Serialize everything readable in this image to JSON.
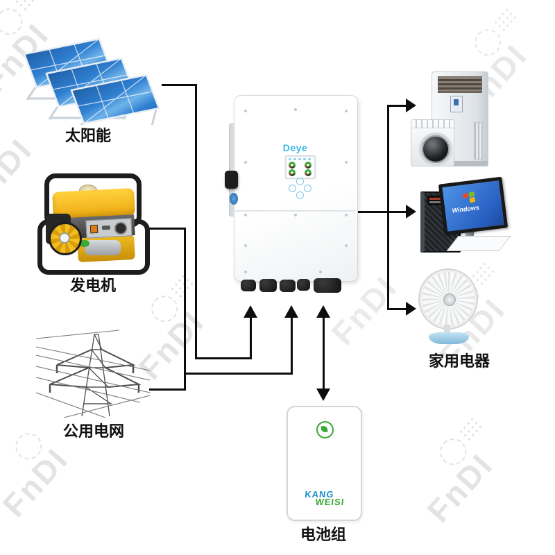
{
  "watermark": {
    "text": "FnDI"
  },
  "system_diagram": {
    "sources": [
      {
        "id": "solar",
        "label": "太阳能"
      },
      {
        "id": "generator",
        "label": "发电机"
      },
      {
        "id": "grid",
        "label": "公用电网"
      }
    ],
    "inverter": {
      "brand": "Deye"
    },
    "battery": {
      "label": "电池组",
      "brand_top": "KANG",
      "brand_bottom": "WEISI"
    },
    "loads": {
      "label": "家用电器",
      "items": [
        "air-conditioner",
        "washing-machine",
        "desktop-computer",
        "table-fan"
      ],
      "computer_screen_text": "Windows"
    },
    "connections": [
      {
        "from": "solar",
        "to": "inverter",
        "type": "arrow"
      },
      {
        "from": "generator",
        "to": "inverter",
        "type": "arrow"
      },
      {
        "from": "grid",
        "to": "inverter",
        "type": "arrow"
      },
      {
        "from": "inverter",
        "to": "battery",
        "type": "double-arrow"
      },
      {
        "from": "inverter",
        "to": "loads",
        "type": "arrow",
        "count": 3
      }
    ],
    "colors": {
      "line": "#0d0d0d",
      "inverter_brand_blue": "#35b6e9",
      "battery_green": "#3aa935",
      "battery_blue": "#1a8fd1",
      "solar_panel_blue": "#2f7fd0",
      "generator_yellow": "#f2b41d",
      "fan_base_blue": "#a8d4ec",
      "monitor_screen_blue": "#2f6fd4"
    }
  }
}
